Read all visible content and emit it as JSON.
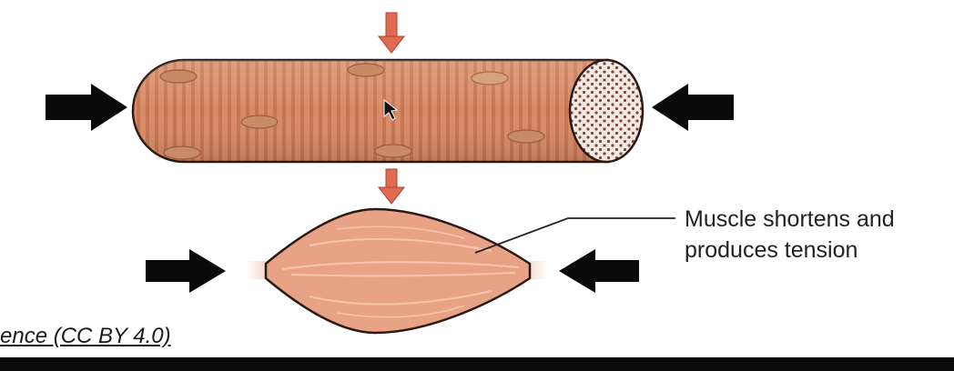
{
  "diagram": {
    "callout_label": [
      "Muscle shortens and",
      "produces tension"
    ],
    "credit_text": "ence (CC BY 4.0)"
  },
  "colors": {
    "fiber": "#d98a67",
    "fiber_stripe": "#b86a4a",
    "fiber_outline": "#2b1a14",
    "nucleus": "#c88660",
    "cross_section": "#f3e8e2",
    "cross_dots": "#7a4b3b",
    "muscle_belly": "#e8a386",
    "muscle_fibers": "#f6c5ac",
    "arrow_black": "#0a0a0a",
    "arrow_red": "#e26a52"
  },
  "icons": {
    "cursor": "mouse-pointer-icon"
  }
}
